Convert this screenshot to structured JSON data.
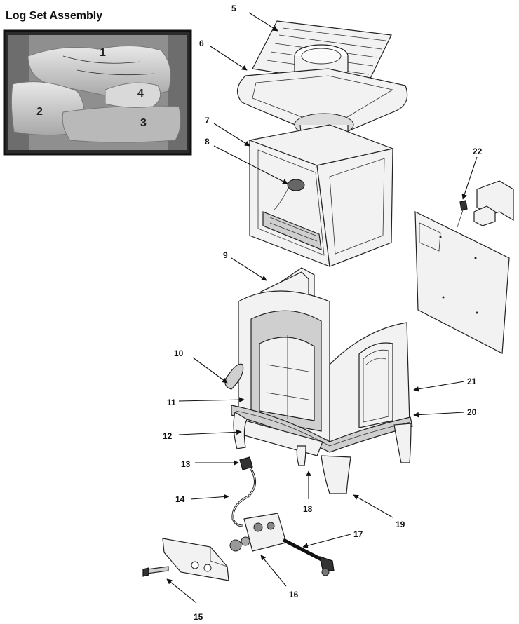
{
  "title": "Log Set Assembly",
  "inset_labels": [
    "1",
    "2",
    "3",
    "4"
  ],
  "callouts": [
    "5",
    "6",
    "7",
    "8",
    "9",
    "10",
    "11",
    "12",
    "13",
    "14",
    "15",
    "16",
    "17",
    "18",
    "19",
    "20",
    "21",
    "22"
  ],
  "colors": {
    "ink": "#111111",
    "inset_frame": "#222222",
    "inset_bg": "#9a9a9a"
  }
}
